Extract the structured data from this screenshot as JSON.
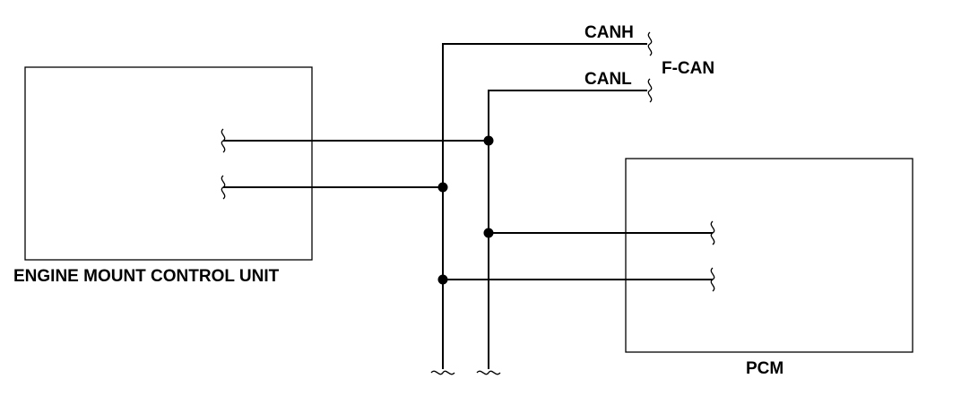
{
  "labels": {
    "canh": "CANH",
    "canl": "CANL",
    "bus": "F-CAN",
    "left_unit": "ENGINE MOUNT CONTROL UNIT",
    "right_unit": "PCM"
  }
}
